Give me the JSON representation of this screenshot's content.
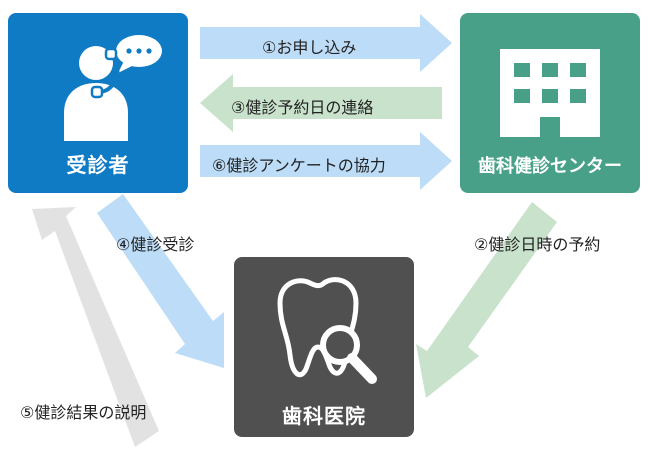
{
  "nodes": {
    "patient": "受診者",
    "center": "歯科健診センター",
    "clinic": "歯科医院"
  },
  "flows": {
    "apply": "①お申し込み",
    "reserve_datetime": "②健診日時の予約",
    "notify_date": "③健診予約日の連絡",
    "receive_checkup": "④健診受診",
    "explain_results": "⑤健診結果の説明",
    "survey": "⑥健診アンケートの協力"
  },
  "colors": {
    "patient_box": "#0f7bc4",
    "center_box": "#49a089",
    "clinic_box": "#505050",
    "arrow_blue": "#bcdcf7",
    "arrow_green": "#c9e2cc",
    "arrow_gray": "#e2e2e2"
  },
  "icons": {
    "patient": "person-phone-chat-icon",
    "center": "building-icon",
    "clinic": "tooth-magnifier-icon"
  }
}
